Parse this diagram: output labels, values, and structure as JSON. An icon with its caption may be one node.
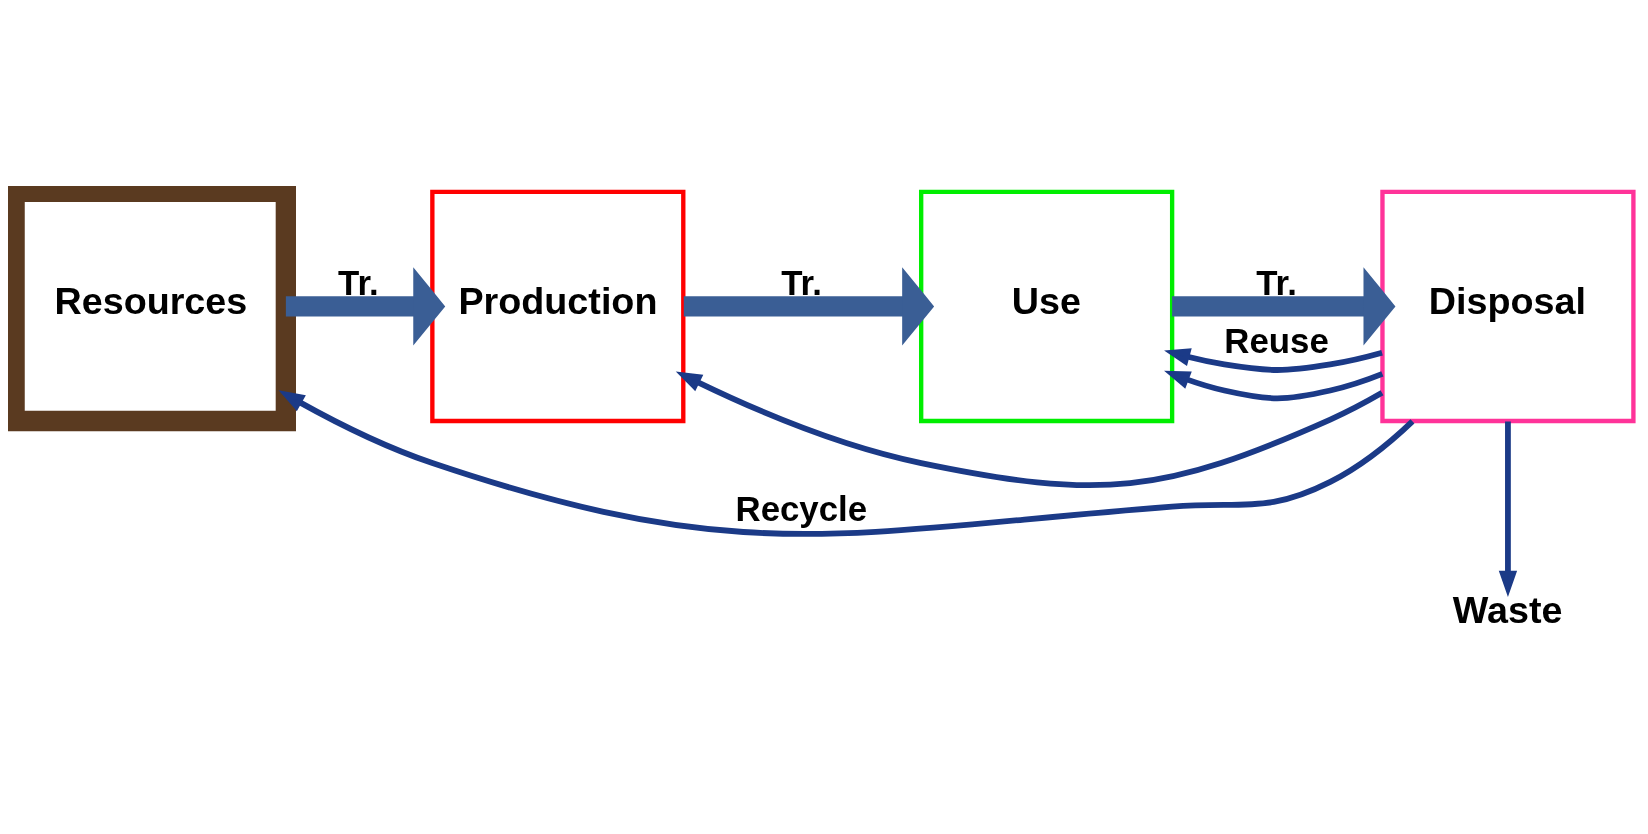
{
  "diagram": {
    "nodes": [
      {
        "text": [
          "Resources"
        ]
      },
      {
        "text": [
          "Production"
        ]
      },
      {
        "text": [
          "Use"
        ]
      },
      {
        "text": [
          "Disposal"
        ]
      },
      {
        "text": [
          "Waste"
        ]
      }
    ],
    "edges": [
      {
        "from": 0,
        "to": 1,
        "arrow": "to",
        "label": "Tr.",
        "style": "thick",
        "color": "#3a5e95"
      },
      {
        "from": 1,
        "to": 2,
        "arrow": "to",
        "label": "Tr.",
        "style": "thick",
        "color": "#3a5e95"
      },
      {
        "from": 2,
        "to": 3,
        "arrow": "to",
        "label": "Tr.",
        "style": "thick",
        "color": "#3a5e95"
      },
      {
        "from": 3,
        "to": 2,
        "arrow": "to",
        "label": "Reuse"
      },
      {
        "from": 3,
        "to": 0,
        "arrow": "to",
        "label": "Recycle"
      },
      {
        "from": 3,
        "to": 1,
        "arrow": "to"
      },
      {
        "from": 3,
        "to": 2,
        "arrow": "to"
      },
      {
        "from": 3,
        "to": 4,
        "arrow": "to"
      }
    ]
  }
}
